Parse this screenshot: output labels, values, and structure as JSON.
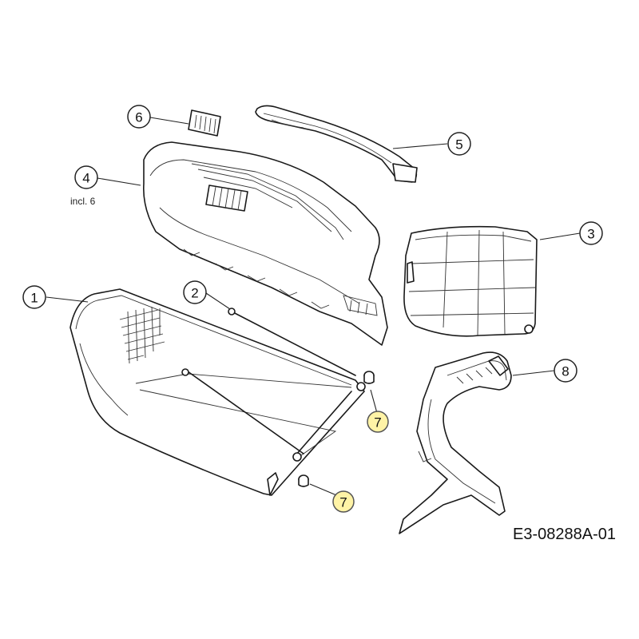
{
  "diagram": {
    "drawing_code": "E3-08288A-01",
    "callouts": [
      {
        "id": "c1",
        "label": "1"
      },
      {
        "id": "c2",
        "label": "2"
      },
      {
        "id": "c3",
        "label": "3"
      },
      {
        "id": "c4",
        "label": "4",
        "note": "incl. 6"
      },
      {
        "id": "c5",
        "label": "5"
      },
      {
        "id": "c6",
        "label": "6"
      },
      {
        "id": "c7a",
        "label": "7"
      },
      {
        "id": "c7b",
        "label": "7"
      },
      {
        "id": "c8",
        "label": "8"
      }
    ],
    "colors": {
      "highlight": "#fff3a6",
      "ink": "#1a1a1a"
    }
  }
}
